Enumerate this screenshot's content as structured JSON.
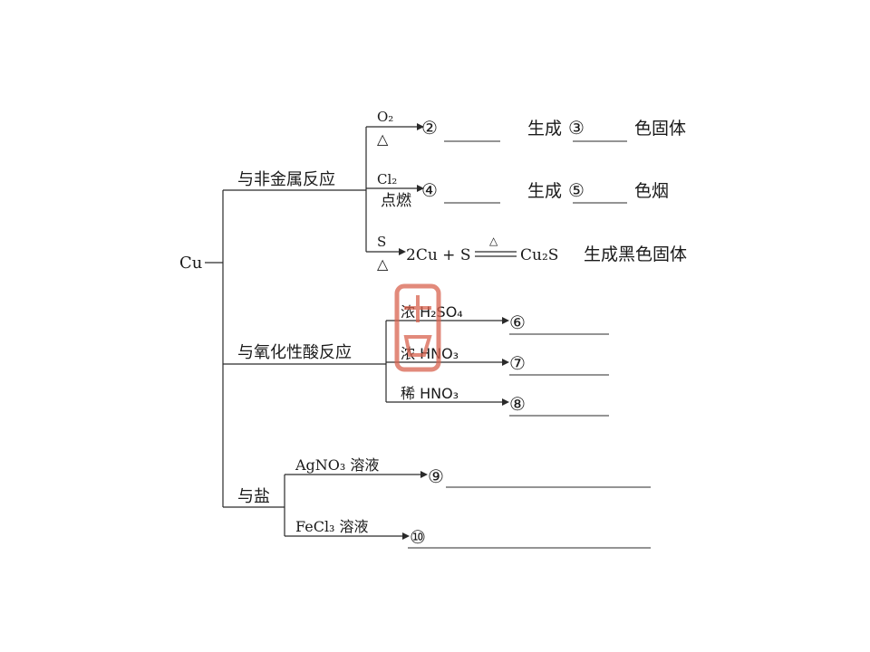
{
  "root": "Cu",
  "branches": {
    "nonmetal": {
      "label": "与非金属反应",
      "o2": {
        "reagent": "O₂",
        "condition": "△",
        "num": "②",
        "text1": "生成",
        "num2": "③",
        "text2": "色固体"
      },
      "cl2": {
        "reagent": "Cl₂",
        "condition": "点燃",
        "num": "④",
        "text1": "生成",
        "num2": "⑤",
        "text2": "色烟"
      },
      "s": {
        "reagent": "S",
        "condition": "△",
        "equation_left": "2Cu + S",
        "equation_condition": "△",
        "equation_right": "Cu₂S",
        "result": "生成黑色固体"
      }
    },
    "acid": {
      "label": "与氧化性酸反应",
      "h2so4": {
        "reagent": "浓 H₂SO₄",
        "num": "⑥"
      },
      "hno3_conc": {
        "reagent": "浓 HNO₃",
        "num": "⑦"
      },
      "hno3_dil": {
        "reagent": "稀 HNO₃",
        "num": "⑧"
      }
    },
    "salt": {
      "label": "与盐",
      "agno3": {
        "reagent": "AgNO₃ 溶液",
        "num": "⑨"
      },
      "fecl3": {
        "reagent": "FeCl₃ 溶液",
        "num": "⑩"
      }
    }
  },
  "watermark": {
    "color": "#d9634f"
  }
}
